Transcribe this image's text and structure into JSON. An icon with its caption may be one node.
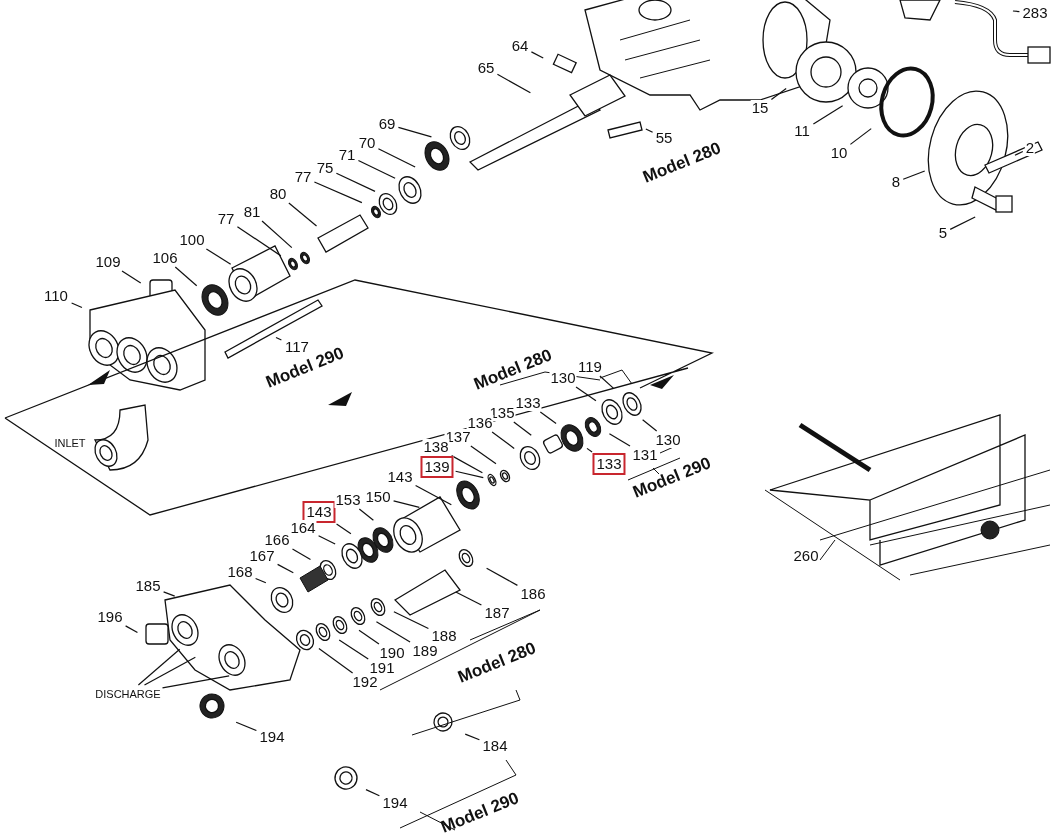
{
  "diagram": {
    "nodes": [
      {
        "text": [
          "283"
        ]
      },
      {
        "text": [
          "64"
        ]
      },
      {
        "text": [
          "65"
        ]
      },
      {
        "text": [
          "15"
        ]
      },
      {
        "text": [
          "69"
        ]
      },
      {
        "text": [
          "11"
        ]
      },
      {
        "text": [
          "55"
        ]
      },
      {
        "text": [
          "70"
        ]
      },
      {
        "text": [
          "2"
        ]
      },
      {
        "text": [
          "10"
        ]
      },
      {
        "text": [
          "71"
        ]
      },
      {
        "text": [
          "75"
        ]
      },
      {
        "text": [
          "77"
        ]
      },
      {
        "text": [
          "8"
        ]
      },
      {
        "text": [
          "80"
        ]
      },
      {
        "text": [
          "81"
        ]
      },
      {
        "text": [
          "77"
        ]
      },
      {
        "text": [
          "5"
        ]
      },
      {
        "text": [
          "100"
        ]
      },
      {
        "text": [
          "109"
        ]
      },
      {
        "text": [
          "106"
        ]
      },
      {
        "text": [
          "110"
        ]
      },
      {
        "text": [
          "117"
        ]
      },
      {
        "text": [
          "130"
        ]
      },
      {
        "text": [
          "119"
        ]
      },
      {
        "text": [
          "133"
        ]
      },
      {
        "text": [
          "135"
        ]
      },
      {
        "text": [
          "136"
        ]
      },
      {
        "text": [
          "137"
        ]
      },
      {
        "text": [
          "138"
        ]
      },
      {
        "text": [
          "139"
        ]
      },
      {
        "text": [
          "143"
        ]
      },
      {
        "text": [
          "150"
        ]
      },
      {
        "text": [
          "131"
        ]
      },
      {
        "text": [
          "130"
        ]
      },
      {
        "text": [
          "133"
        ]
      },
      {
        "text": [
          "143"
        ]
      },
      {
        "text": [
          "153"
        ]
      },
      {
        "text": [
          "164"
        ]
      },
      {
        "text": [
          "166"
        ]
      },
      {
        "text": [
          "167"
        ]
      },
      {
        "text": [
          "168"
        ]
      },
      {
        "text": [
          "185"
        ]
      },
      {
        "text": [
          "186"
        ]
      },
      {
        "text": [
          "187"
        ]
      },
      {
        "text": [
          "196"
        ]
      },
      {
        "text": [
          "188"
        ]
      },
      {
        "text": [
          "189"
        ]
      },
      {
        "text": [
          "190"
        ]
      },
      {
        "text": [
          "191"
        ]
      },
      {
        "text": [
          "192"
        ]
      },
      {
        "text": [
          "DISCHARGE"
        ]
      },
      {
        "text": [
          "194"
        ]
      },
      {
        "text": [
          "184"
        ]
      },
      {
        "text": [
          "194"
        ]
      },
      {
        "text": [
          "260"
        ]
      }
    ],
    "edges": [
      {
        "from": 0,
        "to": null,
        "arrow": "none"
      },
      {
        "from": 1,
        "to": null,
        "arrow": "none"
      },
      {
        "from": 2,
        "to": null,
        "arrow": "none"
      },
      {
        "from": 3,
        "to": null,
        "arrow": "none"
      },
      {
        "from": 4,
        "to": null,
        "arrow": "none"
      },
      {
        "from": 5,
        "to": null,
        "arrow": "none"
      },
      {
        "from": 6,
        "to": null,
        "arrow": "none"
      },
      {
        "from": 7,
        "to": null,
        "arrow": "none"
      },
      {
        "from": 8,
        "to": null,
        "arrow": "none"
      },
      {
        "from": 9,
        "to": null,
        "arrow": "none"
      },
      {
        "from": 10,
        "to": null,
        "arrow": "none"
      },
      {
        "from": 11,
        "to": null,
        "arrow": "none"
      },
      {
        "from": 12,
        "to": null,
        "arrow": "none"
      },
      {
        "from": 13,
        "to": null,
        "arrow": "none"
      },
      {
        "from": 14,
        "to": null,
        "arrow": "none"
      },
      {
        "from": 15,
        "to": null,
        "arrow": "none"
      },
      {
        "from": 16,
        "to": null,
        "arrow": "none"
      },
      {
        "from": 17,
        "to": null,
        "arrow": "none"
      },
      {
        "from": 18,
        "to": null,
        "arrow": "none"
      },
      {
        "from": 19,
        "to": null,
        "arrow": "none"
      },
      {
        "from": 20,
        "to": null,
        "arrow": "none"
      },
      {
        "from": 21,
        "to": null,
        "arrow": "none"
      },
      {
        "from": 22,
        "to": null,
        "arrow": "none"
      },
      {
        "from": 23,
        "to": null,
        "arrow": "none"
      },
      {
        "from": 24,
        "to": null,
        "arrow": "none"
      },
      {
        "from": 25,
        "to": null,
        "arrow": "none"
      },
      {
        "from": 26,
        "to": null,
        "arrow": "none"
      },
      {
        "from": 27,
        "to": null,
        "arrow": "none"
      },
      {
        "from": 28,
        "to": null,
        "arrow": "none"
      },
      {
        "from": 29,
        "to": null,
        "arrow": "none"
      },
      {
        "from": 30,
        "to": null,
        "arrow": "none"
      },
      {
        "from": 31,
        "to": null,
        "arrow": "none"
      },
      {
        "from": 32,
        "to": null,
        "arrow": "none"
      },
      {
        "from": 33,
        "to": null,
        "arrow": "none"
      },
      {
        "from": 34,
        "to": null,
        "arrow": "none"
      },
      {
        "from": 35,
        "to": null,
        "arrow": "none"
      },
      {
        "from": 36,
        "to": null,
        "arrow": "none"
      },
      {
        "from": 37,
        "to": null,
        "arrow": "none"
      },
      {
        "from": 38,
        "to": null,
        "arrow": "none"
      },
      {
        "from": 39,
        "to": null,
        "arrow": "none"
      },
      {
        "from": 40,
        "to": null,
        "arrow": "none"
      },
      {
        "from": 41,
        "to": null,
        "arrow": "none"
      },
      {
        "from": 42,
        "to": null,
        "arrow": "none"
      },
      {
        "from": 43,
        "to": null,
        "arrow": "none"
      },
      {
        "from": 44,
        "to": null,
        "arrow": "none"
      },
      {
        "from": 45,
        "to": null,
        "arrow": "none"
      },
      {
        "from": 46,
        "to": null,
        "arrow": "none"
      },
      {
        "from": 47,
        "to": null,
        "arrow": "none"
      },
      {
        "from": 48,
        "to": null,
        "arrow": "none"
      },
      {
        "from": 49,
        "to": null,
        "arrow": "none"
      },
      {
        "from": 50,
        "to": null,
        "arrow": "none"
      },
      {
        "from": 51,
        "to": null,
        "arrow": "none"
      },
      {
        "from": 51,
        "to": null,
        "arrow": "none"
      },
      {
        "from": 51,
        "to": null,
        "arrow": "none"
      },
      {
        "from": 52,
        "to": null,
        "arrow": "none"
      },
      {
        "from": 53,
        "to": null,
        "arrow": "none"
      },
      {
        "from": 54,
        "to": null,
        "arrow": "none"
      }
    ],
    "labels": [
      "Model 280",
      "Model 290",
      "INLET",
      "Model 280",
      "Model 290",
      "Model 280",
      "Model 290"
    ]
  }
}
